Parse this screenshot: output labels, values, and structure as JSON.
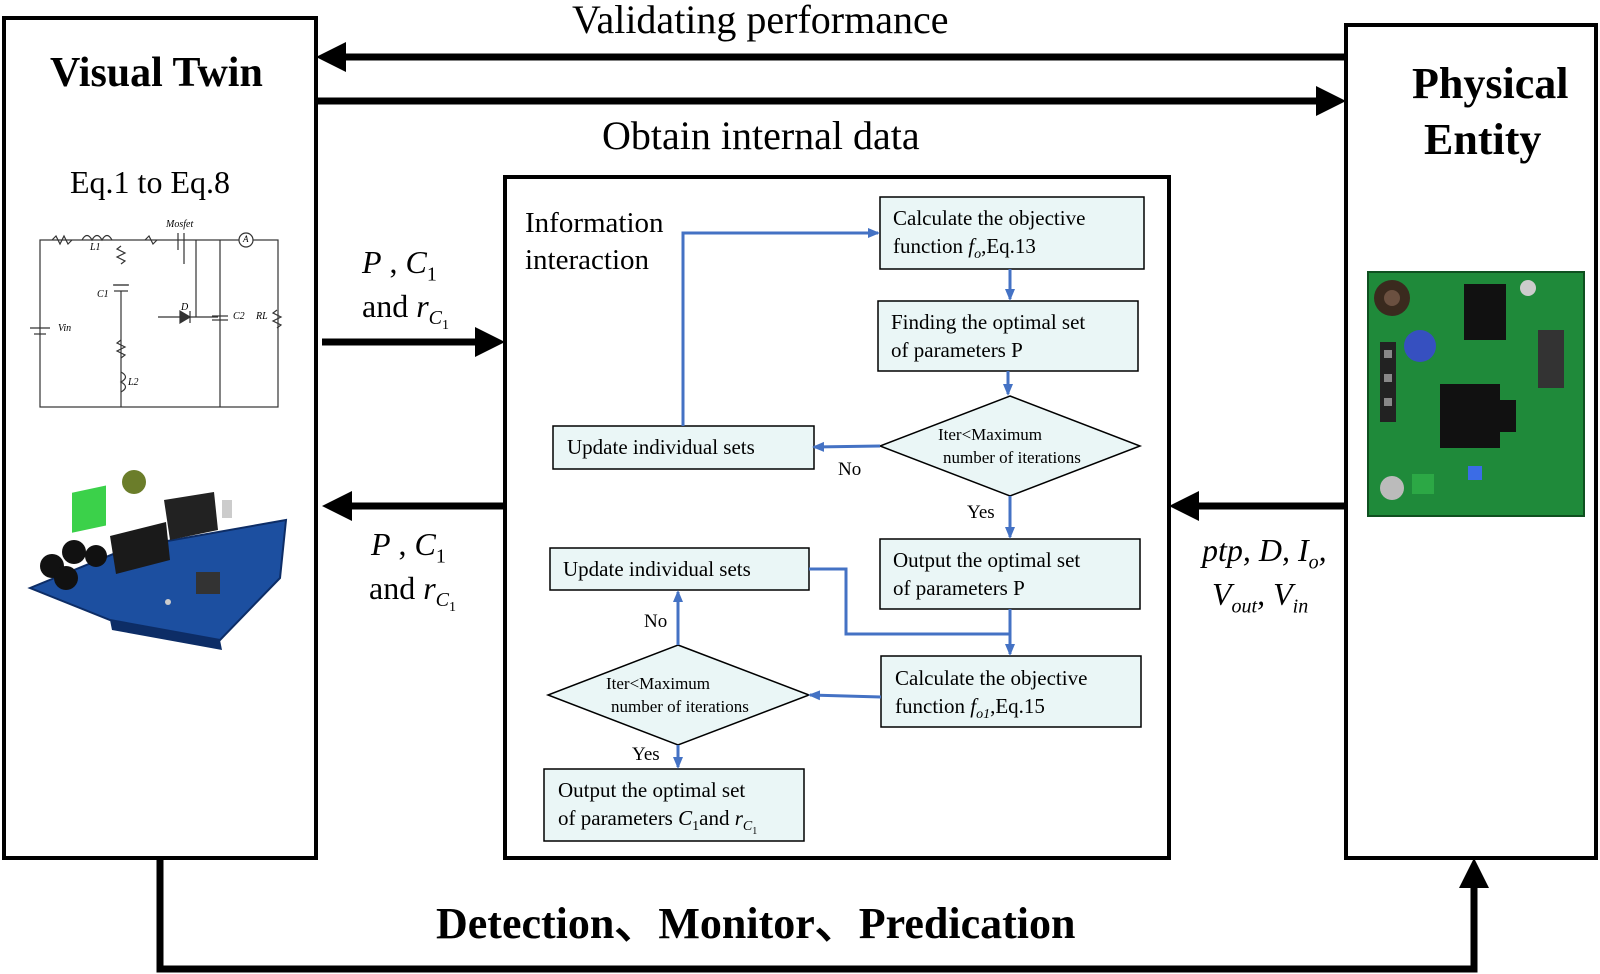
{
  "top_arrow_label": "Validating performance",
  "obtain_label": "Obtain internal data",
  "bottom_label": "Detection、Monitor、Predication",
  "visual_twin": {
    "title": "Visual Twin",
    "equations": "Eq.1 to Eq.8",
    "circuit_label_mosfet": "Mosfet",
    "circuit_label_d": "D",
    "circuit_label_a": "A",
    "circuit_label_c1": "C1",
    "circuit_label_c2": "C2",
    "circuit_label_rl": "RL",
    "circuit_label_l1": "L1",
    "circuit_label_l2": "L2",
    "circuit_label_vin": "Vin"
  },
  "physical_entity": {
    "title_line1": "Physical",
    "title_line2": "Entity"
  },
  "left_arrow_in": {
    "line1_a": "P",
    "line1_sep": " , ",
    "line1_b": "C",
    "line1_b_sub": "1",
    "line2_and": "and ",
    "line2_r": "r",
    "line2_r_sub": "C",
    "line2_r_subsub": "1"
  },
  "left_arrow_out": {
    "line1_a": "P",
    "line1_sep": " , ",
    "line1_b": "C",
    "line1_b_sub": "1",
    "line2_and": "and ",
    "line2_r": "r",
    "line2_r_sub": "C",
    "line2_r_subsub": "1"
  },
  "right_arrow_label": {
    "line1": "ptp, D, I",
    "line1_sub": "o",
    "line1_tail": ",",
    "line2_a": "V",
    "line2_a_sub": "out",
    "line2_sep": ", V",
    "line2_b_sub": "in"
  },
  "flowchart": {
    "info_line1": "Information",
    "info_line2": "interaction",
    "box_calc1_line1": "Calculate the objective",
    "box_calc1_line2a": "function  ",
    "box_calc1_f": "f",
    "box_calc1_fsub": "o",
    "box_calc1_line2b": ",Eq.13",
    "box_find_line1": "Finding the optimal set",
    "box_find_line2": "of parameters P",
    "diamond1_line1": "Iter<Maximum",
    "diamond1_line2": "number of iterations",
    "box_update1": "Update individual sets",
    "no1": "No",
    "yes1": "Yes",
    "box_output1_line1": "Output the optimal set",
    "box_output1_line2": "of parameters P",
    "box_update2": "Update individual sets",
    "no2": "No",
    "box_calc2_line1": "Calculate the objective",
    "box_calc2_line2a": "function  ",
    "box_calc2_f": "f",
    "box_calc2_fsub": "o1",
    "box_calc2_line2b": ",Eq.15",
    "diamond2_line1": "Iter<Maximum",
    "diamond2_line2": "number of iterations",
    "yes2": "Yes",
    "box_output2_line1": "Output the optimal set",
    "box_output2_line2a": "of parameters ",
    "box_output2_c": "C",
    "box_output2_csub": "1",
    "box_output2_and": "and ",
    "box_output2_r": "r",
    "box_output2_rsub": "C",
    "box_output2_rsubsub": "1"
  },
  "colors": {
    "flow_arrow": "#4472c4",
    "box_fill": "#eaf6f6",
    "pcb_blue": "#1c4fa0",
    "pcb_green": "#1f8a3a"
  },
  "icons": {
    "twin_board": "pcb-3d-render-icon",
    "physical_board": "pcb-photo-icon",
    "circuit": "boost-converter-schematic-icon"
  }
}
